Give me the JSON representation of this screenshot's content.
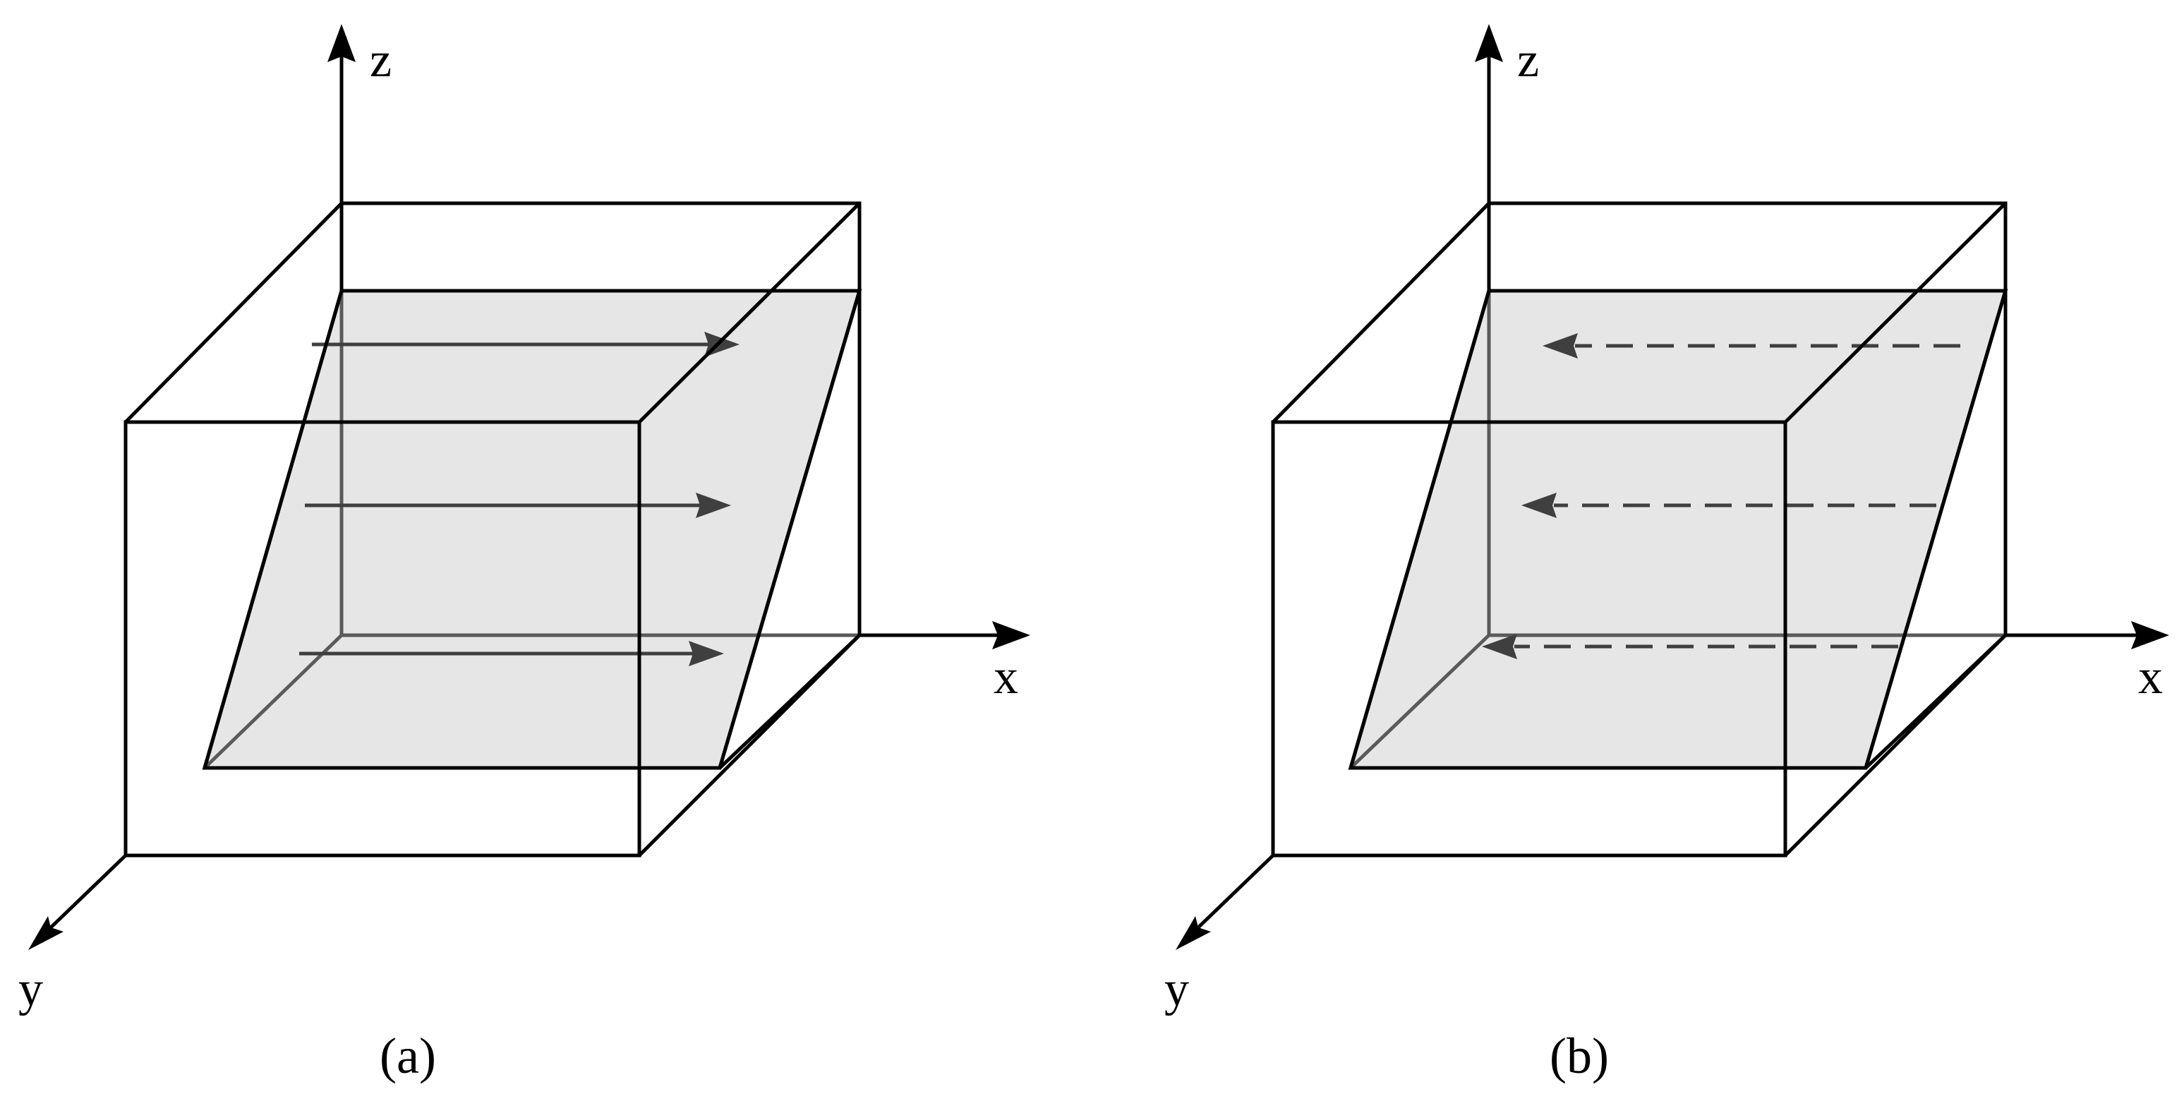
{
  "figure": {
    "panels": [
      {
        "id": "a",
        "caption": "(a)",
        "flow_direction": "+x",
        "flow_line_style": "solid",
        "axes": {
          "x": "x",
          "y": "y",
          "z": "z"
        }
      },
      {
        "id": "b",
        "caption": "(b)",
        "flow_direction": "-x",
        "flow_line_style": "dashed",
        "axes": {
          "x": "x",
          "y": "y",
          "z": "z"
        }
      }
    ]
  },
  "colors": {
    "edges": "#000000",
    "plane_fill": "#e6e6e6",
    "flow_arrows": "#3f3f3f",
    "hidden_edges": "#5a5a5a"
  }
}
